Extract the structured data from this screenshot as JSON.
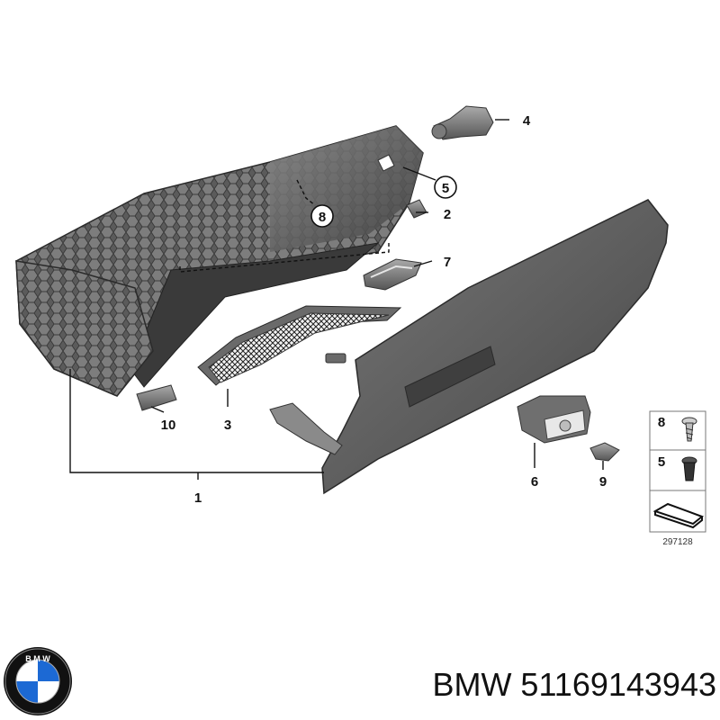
{
  "callouts": {
    "c1": "1",
    "c2": "2",
    "c3": "3",
    "c4": "4",
    "c5": "5",
    "c6": "6",
    "c7": "7",
    "c8": "8",
    "c9": "9",
    "c10": "10"
  },
  "legend": {
    "row1_num": "8",
    "row2_num": "5",
    "diagram_number": "297128"
  },
  "footer": {
    "brand": "BMW",
    "part_number": "51169143943",
    "brand_line": "BMW 51169143943",
    "logo_text": "BMW"
  },
  "colors": {
    "part_dark": "#4a4a4a",
    "part_mid": "#6b6b6b",
    "part_light": "#9a9a9a",
    "lid": "#5f5f5f",
    "bmw_blue": "#1c69d4"
  }
}
